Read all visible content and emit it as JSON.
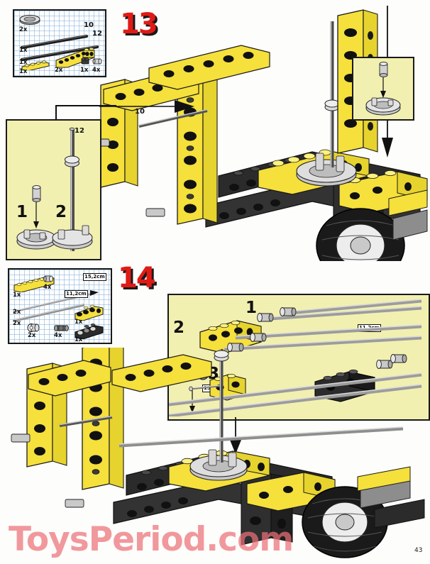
{
  "page": {
    "number": "43",
    "watermark": "ToysPeriod.com",
    "accent_red": "#e01b16",
    "panel_yellow": "#f2f0b0",
    "lego_yellow": "#f5e03c",
    "lego_black": "#2b2b2b",
    "lego_grey": "#9a9a9a"
  },
  "steps": [
    {
      "id": "step-13",
      "number": "13",
      "parts_list": {
        "title": "",
        "items": [
          {
            "name": "turntable",
            "qty": "2x",
            "length": "",
            "color": "grey"
          },
          {
            "name": "axle-10",
            "qty": "1x",
            "length": "10",
            "color": "black"
          },
          {
            "name": "axle-12",
            "qty": "1x",
            "length": "12",
            "color": "black"
          },
          {
            "name": "plate-1x4",
            "qty": "1x",
            "length": "",
            "color": "yellow"
          },
          {
            "name": "beam-1x6",
            "qty": "2x",
            "length": "",
            "color": "yellow"
          },
          {
            "name": "bush",
            "qty": "1x",
            "length": "",
            "color": "black"
          },
          {
            "name": "half-bush",
            "qty": "4x",
            "length": "",
            "color": "grey"
          }
        ]
      },
      "detail_panel_left": {
        "substeps": [
          {
            "label": "1",
            "note": ""
          },
          {
            "label": "2",
            "note": ""
          }
        ],
        "axle_label": "12"
      },
      "detail_panel_right": {
        "substeps": []
      },
      "model_labels": [
        "10"
      ]
    },
    {
      "id": "step-14",
      "number": "14",
      "parts_list": {
        "items": [
          {
            "name": "beam-1x8",
            "qty": "1x",
            "length": "",
            "color": "yellow"
          },
          {
            "name": "half-bush",
            "qty": "4x",
            "length": "",
            "color": "grey"
          },
          {
            "name": "hose-long",
            "qty": "2x",
            "length": "15,2cm",
            "color": "grey"
          },
          {
            "name": "hose-short",
            "qty": "2x",
            "length": "11,2cm",
            "color": "grey"
          },
          {
            "name": "bush",
            "qty": "2x",
            "length": "",
            "color": "grey"
          },
          {
            "name": "connector",
            "qty": "4x",
            "length": "",
            "color": "grey"
          },
          {
            "name": "beam-1x4-yellow",
            "qty": "1x",
            "length": "",
            "color": "yellow"
          },
          {
            "name": "beam-1x4-black",
            "qty": "1x",
            "length": "",
            "color": "black"
          }
        ]
      },
      "detail_panel": {
        "substeps": [
          {
            "label": "1",
            "note": ""
          },
          {
            "label": "2",
            "note": ""
          },
          {
            "label": "3",
            "note": "15,2cm"
          }
        ],
        "hose_labels": [
          "11,2cm"
        ]
      },
      "model_labels": []
    }
  ]
}
